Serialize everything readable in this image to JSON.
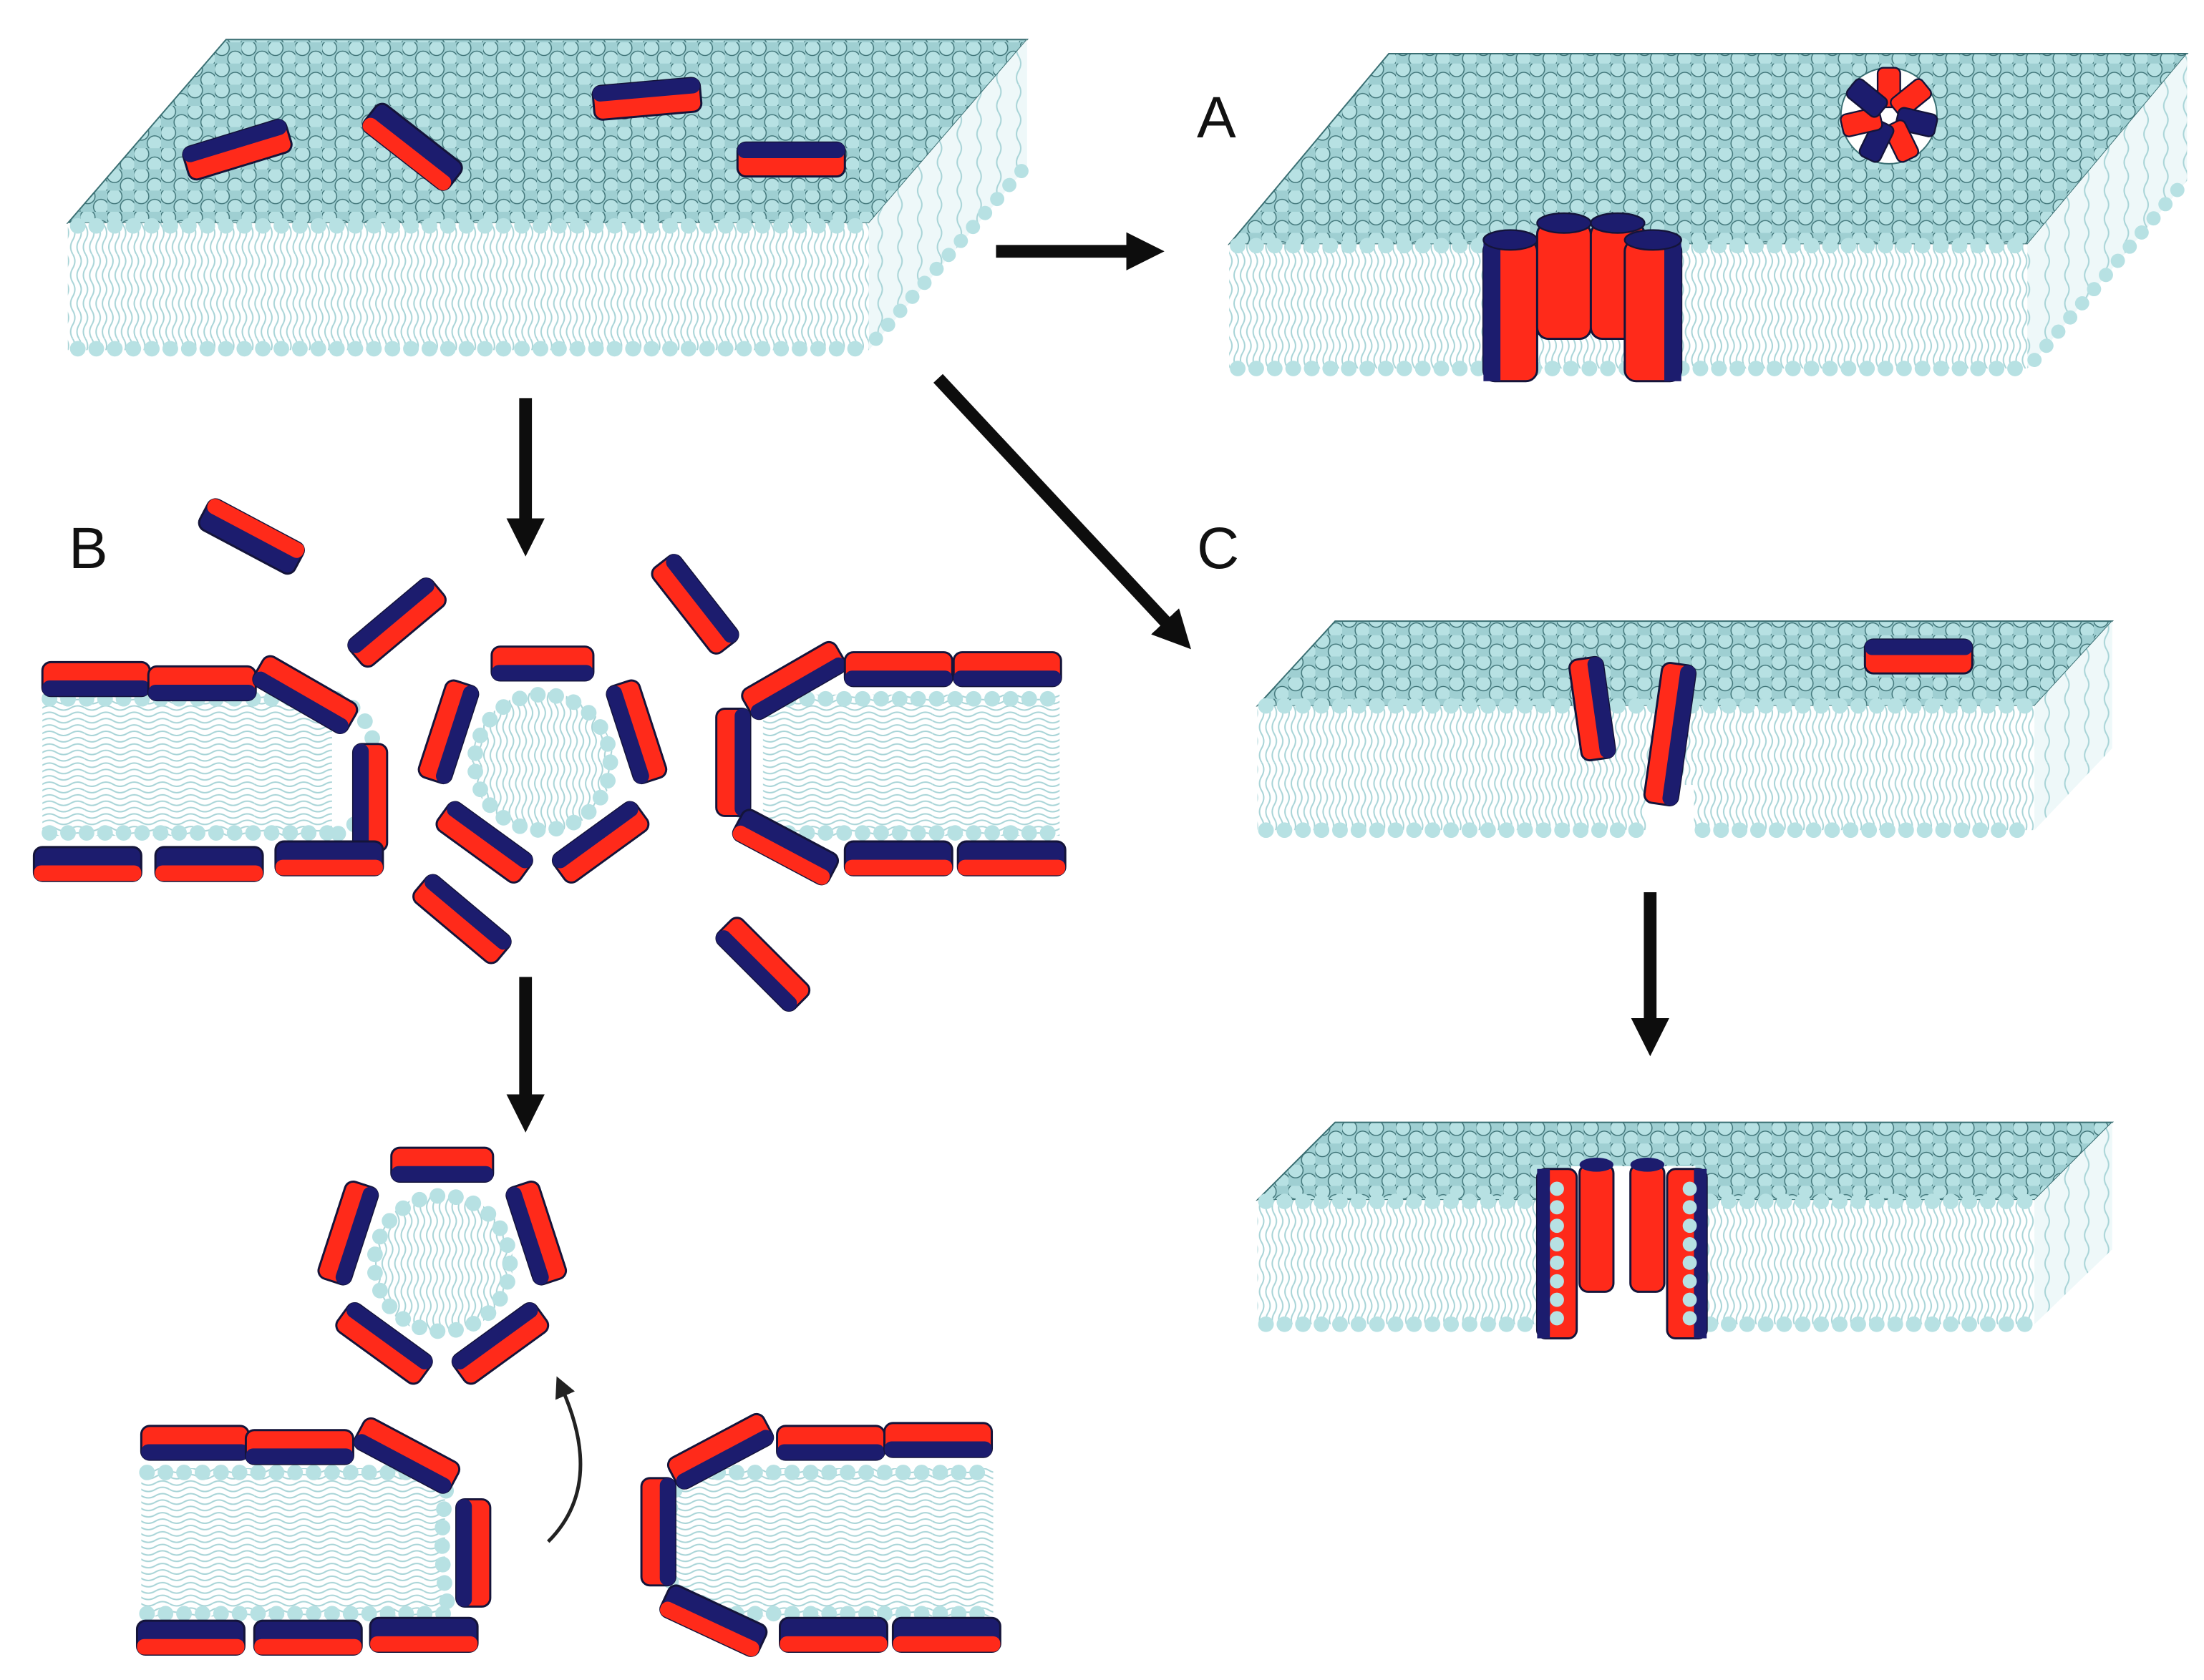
{
  "figure": {
    "labels": {
      "a": "A",
      "b": "B",
      "c": "C"
    },
    "colors": {
      "background": "#ffffff",
      "lipid_head": "#b7e1e3",
      "lipid_head_stroke": "#3a6f73",
      "lipid_tail": "#a8d4d7",
      "lipid_side": "#eef8f9",
      "peptide_hydrophilic": "#ff2a1a",
      "peptide_hydrophobic": "#1c1c6e",
      "peptide_stroke": "#14143a",
      "arrow": "#0d0d0d"
    },
    "models": [
      {
        "key": "a",
        "icon": "barrel-stave-pore-icon"
      },
      {
        "key": "b",
        "icon": "carpet-micelle-icon"
      },
      {
        "key": "c",
        "icon": "toroidal-pore-icon"
      }
    ]
  }
}
